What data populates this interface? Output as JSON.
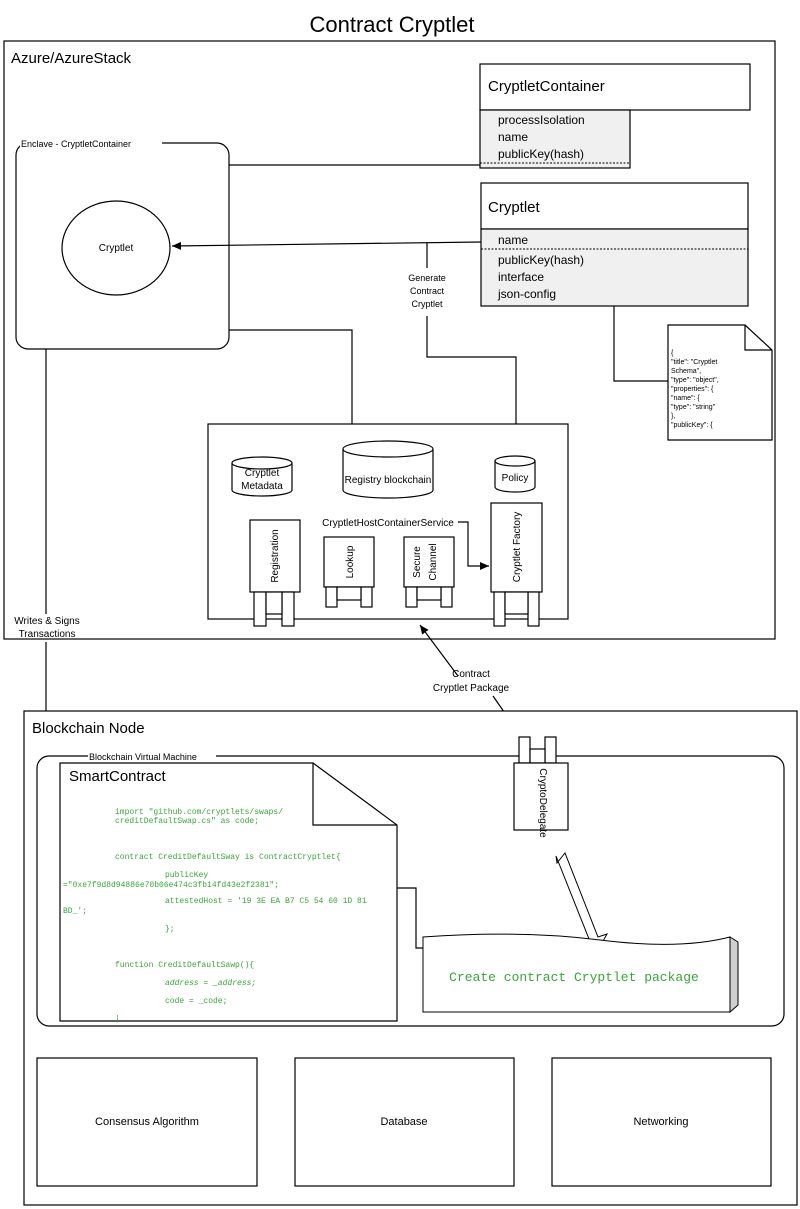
{
  "title": "Contract Cryptlet",
  "azure": {
    "label": "Azure/AzureStack",
    "enclave_label": "Enclave - CryptletContainer",
    "enclave_circle": "Cryptlet",
    "cryptlet_container": {
      "name": "CryptletContainer",
      "fields": [
        "processIsolation",
        "name",
        "publicKey(hash)"
      ]
    },
    "cryptlet": {
      "name": "Cryptlet",
      "fields": [
        "name",
        "publicKey(hash)",
        "interface",
        "json-config"
      ]
    },
    "generate_label": [
      "Generate",
      "Contract",
      "Cryptlet"
    ],
    "json_doc": [
      "{",
      "  \"title\": \"Cryptlet",
      "Schema\",",
      "  \"type\": \"object\",",
      "  \"properties\": {",
      "    \"name\": {",
      "      \"type\": \"string\"",
      "    },",
      "    \"publicKey\": {"
    ],
    "host_service": {
      "label": "CryptletHostContainerService",
      "metadata_db": [
        "Cryptlet",
        "Metadata"
      ],
      "registry_db": "Registry blockchain",
      "policy_db": "Policy",
      "components": [
        "Registration",
        "Lookup",
        "Secure Channel",
        "Cryptlet Factory"
      ]
    },
    "writes_label": [
      "Writes & Signs",
      "Transactions"
    ]
  },
  "package_label": [
    "Contract",
    "Cryptlet Package"
  ],
  "blockchain": {
    "label": "Blockchain Node",
    "vm_label": "Blockchain Virtual Machine",
    "smart_contract": {
      "title": "SmartContract",
      "code": [
        "import \"github.com/cryptlets/swaps/",
        "creditDefaultSwap.cs\" as code;",
        "contract CreditDefaultSway is ContractCryptlet{",
        "publicKey",
        "=\"0xe7f9d8d94886e70b06e474c3fb14fd43e2f2381\";",
        "attestedHost = '19 3E EA B7 C5 54 60 1D 81",
        "BD_';",
        "};",
        "function CreditDefaultSawp(){",
        "address = _address;",
        "code = _code;",
        "|"
      ]
    },
    "crypto_delegate": "CryptoDelegate",
    "package_banner": "Create contract Cryptlet package",
    "bottom_boxes": [
      "Consensus Algorithm",
      "Database",
      "Networking"
    ]
  }
}
